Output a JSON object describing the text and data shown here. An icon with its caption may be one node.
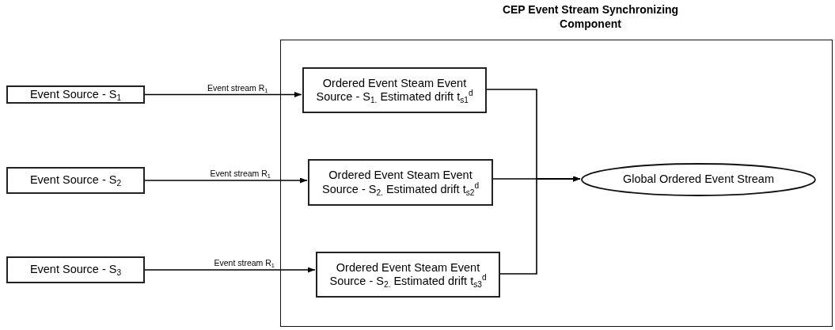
{
  "diagram": {
    "nodes": [
      {
        "text": [
          "CEP Event Stream Synchronizing Component"
        ]
      },
      {
        "text": [
          "Event Source - S$_{1}$"
        ]
      },
      {
        "text": [
          "Event Source - S$_{2}$"
        ]
      },
      {
        "text": [
          "Event Source - S$_{3}$"
        ]
      },
      {
        "text": [
          "Ordered Event Steam Event Source - S$_{1.}$ Estimated drift t$_{s1}$$^{d}$"
        ],
        "in": 0
      },
      {
        "text": [
          "Ordered Event Steam Event Source - S$_{2.}$ Estimated drift t$_{s2}$$^{d}$"
        ],
        "in": 0
      },
      {
        "text": [
          "Ordered Event Steam Event Source - S$_{2.}$ Estimated drift t$_{s3}$$^{d}$"
        ],
        "in": 0
      },
      {
        "text": [
          "Global Ordered Event Stream"
        ],
        "in": 0
      }
    ],
    "edges": [
      {
        "from": 1,
        "to": 4,
        "arrow": "to",
        "label": "Event stream R$_{1}$"
      },
      {
        "from": 2,
        "to": 5,
        "arrow": "to",
        "label": "Event stream R$_{1}$"
      },
      {
        "from": 3,
        "to": 6,
        "arrow": "to",
        "label": "Event stream R$_{1}$"
      },
      {
        "from": 4,
        "to": 7,
        "arrow": "to"
      },
      {
        "from": 5,
        "to": 7,
        "arrow": "to"
      },
      {
        "from": 6,
        "to": 7,
        "arrow": "to"
      }
    ]
  }
}
